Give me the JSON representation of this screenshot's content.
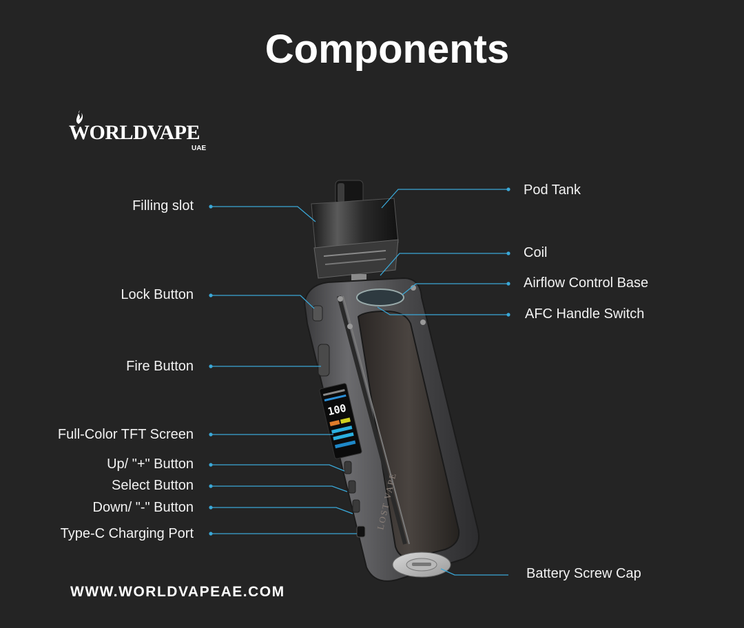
{
  "title": "Components",
  "logo": {
    "text": "WORLDVAPE",
    "sub": "UAE"
  },
  "labels_left": [
    {
      "id": "filling-slot",
      "text": "Filling slot"
    },
    {
      "id": "lock-button",
      "text": "Lock Button"
    },
    {
      "id": "fire-button",
      "text": "Fire Button"
    },
    {
      "id": "tft-screen",
      "text": "Full-Color TFT Screen"
    },
    {
      "id": "up-button",
      "text": "Up/ \"+\" Button"
    },
    {
      "id": "select-button",
      "text": "Select Button"
    },
    {
      "id": "down-button",
      "text": "Down/ \"-\" Button"
    },
    {
      "id": "typec-port",
      "text": "Type-C Charging Port"
    }
  ],
  "labels_right": [
    {
      "id": "pod-tank",
      "text": "Pod Tank"
    },
    {
      "id": "coil",
      "text": "Coil"
    },
    {
      "id": "airflow-base",
      "text": "Airflow Control Base"
    },
    {
      "id": "afc-switch",
      "text": "AFC Handle Switch"
    },
    {
      "id": "battery-cap",
      "text": "Battery Screw Cap"
    }
  ],
  "device_text": {
    "screen_value": "100",
    "brand": "LOST VAPE"
  },
  "website": "WWW.WORLDVAPEAE.COM",
  "colors": {
    "background": "#242424",
    "leader_line": "#3aa8d8",
    "text": "#f2f2f2"
  }
}
